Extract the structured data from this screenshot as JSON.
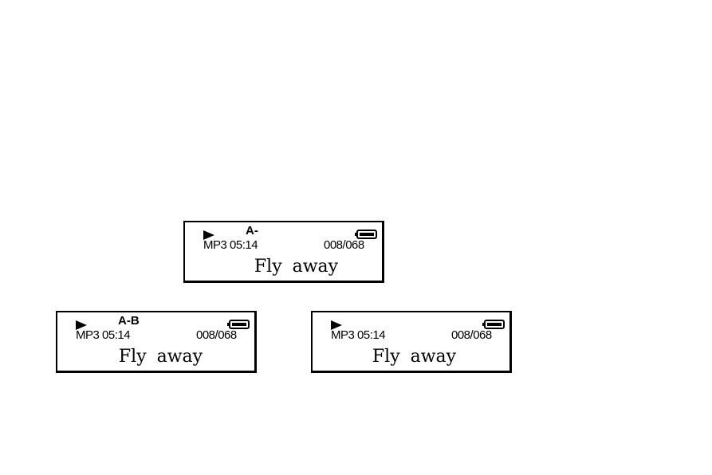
{
  "screens": [
    {
      "ab_marker": "A-",
      "format_time": "MP3 05:14",
      "track_counter": "008/068",
      "song_title": "Fly  away"
    },
    {
      "ab_marker": "A-B",
      "format_time": "MP3 05:14",
      "track_counter": "008/068",
      "song_title": "Fly  away"
    },
    {
      "ab_marker": "",
      "format_time": "MP3 05:14",
      "track_counter": "008/068",
      "song_title": "Fly  away"
    }
  ],
  "icons": {
    "play": "play-icon",
    "battery": "battery-icon"
  },
  "colors": {
    "foreground": "#000000",
    "background": "#ffffff"
  }
}
